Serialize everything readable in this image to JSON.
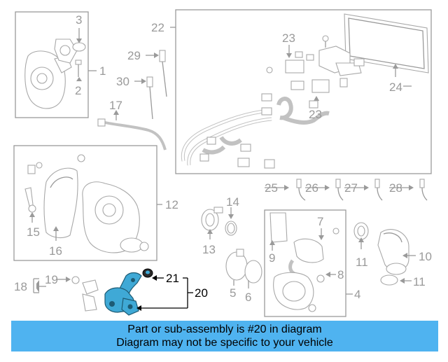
{
  "diagram": {
    "callouts": {
      "c1": "1",
      "c2": "2",
      "c3": "3",
      "c4": "4",
      "c5": "5",
      "c6": "6",
      "c7": "7",
      "c8": "8",
      "c9": "9",
      "c10": "10",
      "c11a": "11",
      "c11b": "11",
      "c12": "12",
      "c13": "13",
      "c14": "14",
      "c15": "15",
      "c16": "16",
      "c17": "17",
      "c18": "18",
      "c19": "19",
      "c20": "20",
      "c21": "21",
      "c22": "22",
      "c23a": "23",
      "c23b": "23",
      "c24": "24",
      "c25": "25",
      "c26": "26",
      "c27": "27",
      "c28": "28",
      "c29": "29",
      "c30": "30"
    },
    "highlight_color": "#3fa9d6",
    "callout_color": "#9a9a9a",
    "highlight_callout_color": "#000000"
  },
  "banner": {
    "line1": "Part or sub-assembly is #20 in diagram",
    "line2": "Diagram may not be specific to your vehicle",
    "color": "#4fb3f0"
  }
}
